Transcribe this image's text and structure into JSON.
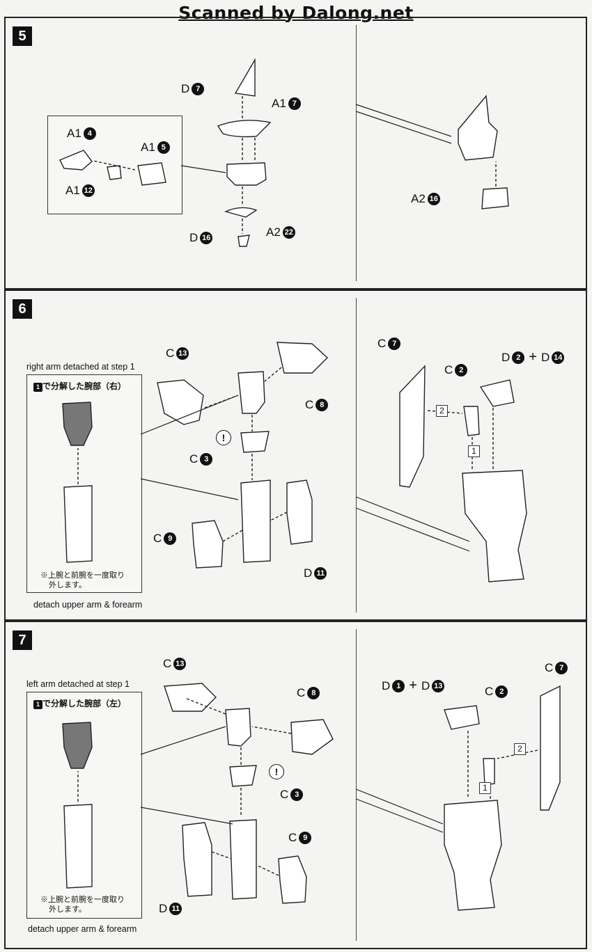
{
  "header": {
    "title": "Scanned by Dalong.net"
  },
  "steps": [
    {
      "number": "5",
      "labels": {
        "d7": {
          "letter": "D",
          "num": "7"
        },
        "a17": {
          "letter": "A1",
          "num": "7"
        },
        "a14": {
          "letter": "A1",
          "num": "4"
        },
        "a15": {
          "letter": "A1",
          "num": "5"
        },
        "a112": {
          "letter": "A1",
          "num": "12"
        },
        "a222": {
          "letter": "A2",
          "num": "22"
        },
        "d16": {
          "letter": "D",
          "num": "16"
        },
        "a216": {
          "letter": "A2",
          "num": "16"
        }
      }
    },
    {
      "number": "6",
      "box_title_en": "right arm detached at step 1",
      "box_title_jp_num": "1",
      "box_title_jp": "で分解した腕部（右）",
      "box_note_jp_1": "※上腕と前腕を一度取り",
      "box_note_jp_2": "外します。",
      "box_note_en": "detach upper arm & forearm",
      "caution": "!",
      "labels": {
        "c13": {
          "letter": "C",
          "num": "13"
        },
        "c8": {
          "letter": "C",
          "num": "8"
        },
        "c3": {
          "letter": "C",
          "num": "3"
        },
        "c9": {
          "letter": "C",
          "num": "9"
        },
        "d11": {
          "letter": "D",
          "num": "11"
        },
        "c7": {
          "letter": "C",
          "num": "7"
        },
        "c2": {
          "letter": "C",
          "num": "2"
        },
        "d2": {
          "letter": "D",
          "num": "2"
        },
        "plus": "+",
        "d14": {
          "letter": "D",
          "num": "14"
        }
      },
      "order": {
        "first": "1",
        "second": "2"
      }
    },
    {
      "number": "7",
      "box_title_en": "left arm detached at step 1",
      "box_title_jp_num": "1",
      "box_title_jp": "で分解した腕部（左）",
      "box_note_jp_1": "※上腕と前腕を一度取り",
      "box_note_jp_2": "外します。",
      "box_note_en": "detach upper arm & forearm",
      "caution": "!",
      "labels": {
        "c13": {
          "letter": "C",
          "num": "13"
        },
        "c8": {
          "letter": "C",
          "num": "8"
        },
        "c3": {
          "letter": "C",
          "num": "3"
        },
        "c9": {
          "letter": "C",
          "num": "9"
        },
        "d11": {
          "letter": "D",
          "num": "11"
        },
        "d1": {
          "letter": "D",
          "num": "1"
        },
        "plus": "+",
        "d13": {
          "letter": "D",
          "num": "13"
        },
        "c2": {
          "letter": "C",
          "num": "2"
        },
        "c7": {
          "letter": "C",
          "num": "7"
        }
      },
      "order": {
        "first": "1",
        "second": "2"
      }
    }
  ]
}
